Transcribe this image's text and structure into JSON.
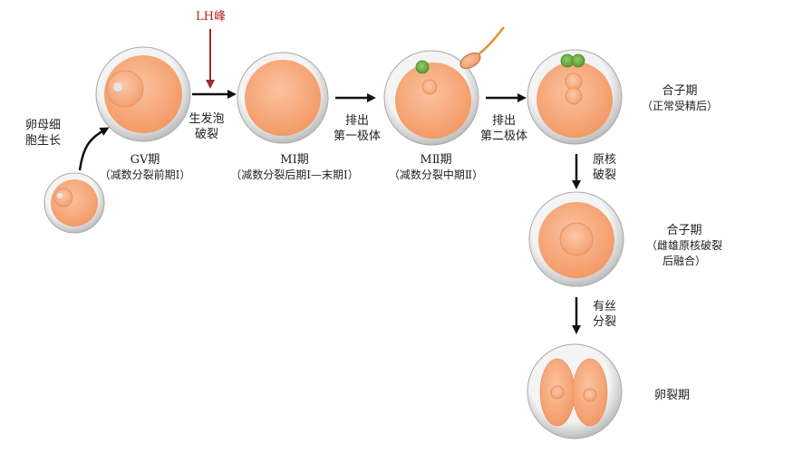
{
  "colors": {
    "cell_fill": "#f7a878",
    "zona": "#d8d8d8",
    "polar_body": "#6fb04a",
    "lh_arrow": "#9e2a2b",
    "arrow": "#111111",
    "lh_text": "#b32020"
  },
  "labels": {
    "oocyte_growth_1": "卵母细",
    "oocyte_growth_2": "胞生长",
    "lh_peak": "LH峰",
    "gvbd_1": "生发泡",
    "gvbd_2": "破裂",
    "pb1_1": "排出",
    "pb1_2": "第一极体",
    "pb2_1": "排出",
    "pb2_2": "第二极体",
    "gv_stage": "GⅤ期",
    "gv_sub": "（减数分裂前期Ⅰ）",
    "m1_stage": "MⅠ期",
    "m1_sub": "（减数分裂后期Ⅰ—末期Ⅰ）",
    "m2_stage": "MⅡ期",
    "m2_sub": "（减数分裂中期Ⅱ）",
    "zygote_1": "合子期",
    "zygote_1_sub": "（正常受精后）",
    "pn_1": "原核",
    "pn_2": "破裂",
    "zygote_2": "合子期",
    "zygote_2_sub1": "（雌雄原核破裂",
    "zygote_2_sub2": "后融合）",
    "mitosis_1": "有丝",
    "mitosis_2": "分裂",
    "cleavage": "卵裂期"
  }
}
